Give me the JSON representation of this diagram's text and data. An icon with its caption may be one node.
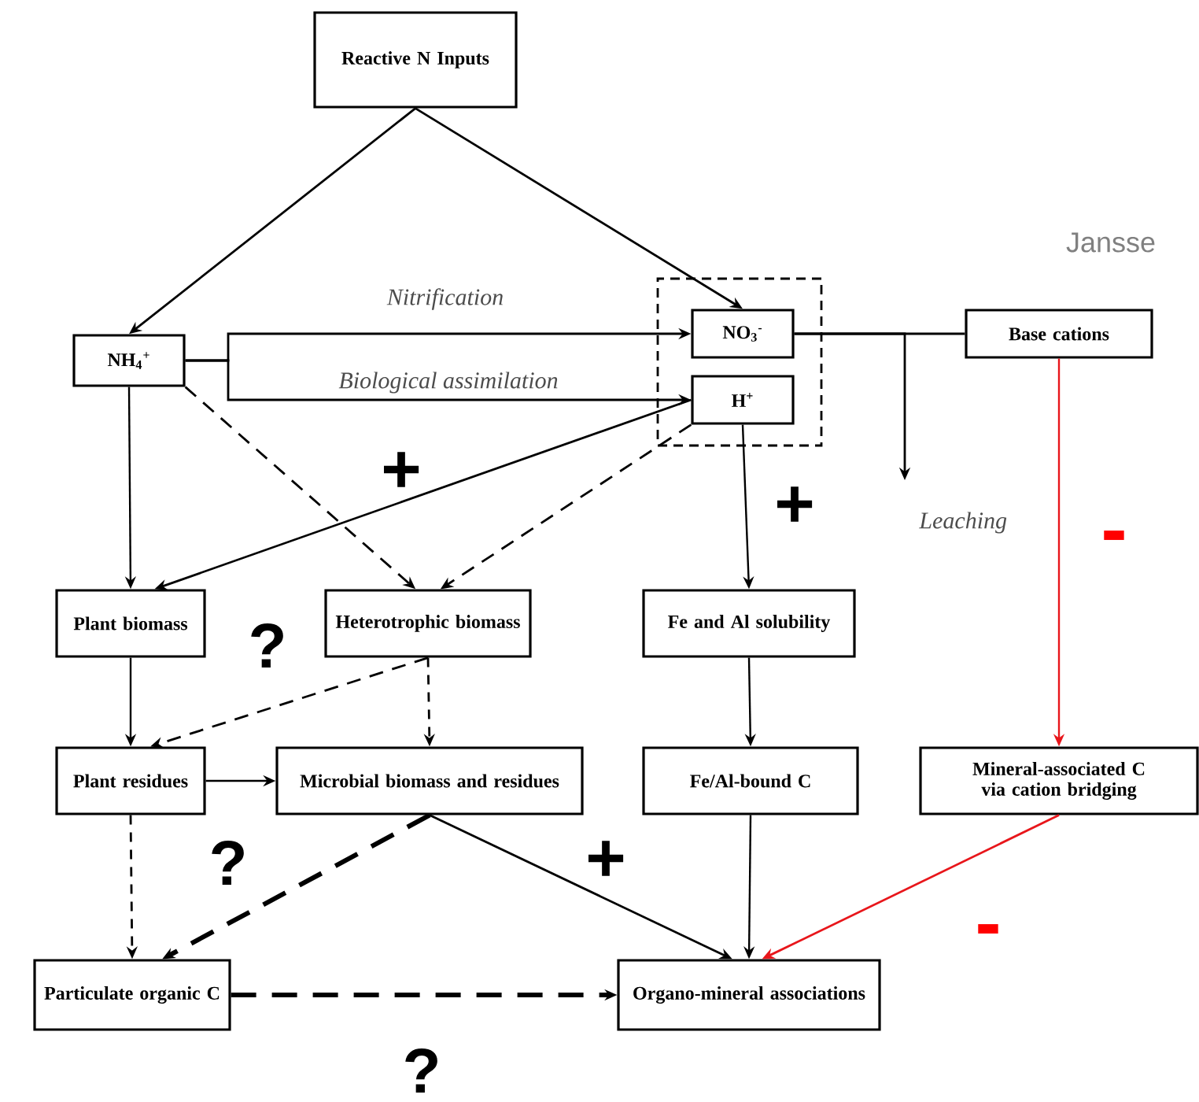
{
  "diagram": {
    "nodes": [
      {
        "text": [
          "Reactive N Inputs"
        ]
      },
      {
        "text": [],
        "shape": "box"
      },
      {
        "text": [
          "NH$_{4}$$^{+}$"
        ]
      },
      {
        "text": [
          "NO$_{3}$$^{-}$"
        ],
        "in": 1
      },
      {
        "text": [
          "H$^{+}$"
        ],
        "in": 1
      },
      {
        "text": [
          "Base cations"
        ]
      },
      {
        "text": [
          "Plant biomass"
        ]
      },
      {
        "text": [
          "Heterotrophic biomass"
        ]
      },
      {
        "text": [
          "Fe and Al solubility"
        ]
      },
      {
        "text": [
          "Plant residues"
        ]
      },
      {
        "text": [
          "Microbial biomass and residues"
        ]
      },
      {
        "text": [
          "Fe/Al-bound C"
        ]
      },
      {
        "text": [
          "Mineral-associated C via cation bridging"
        ]
      },
      {
        "text": [
          "Particulate organic C"
        ]
      },
      {
        "text": [
          "Organo-mineral associations"
        ]
      }
    ],
    "edges": [
      {
        "from": 0,
        "to": 2,
        "arrow": "to"
      },
      {
        "from": 0,
        "to": 3,
        "arrow": "to"
      },
      {
        "from": 2,
        "to": 3,
        "arrow": "to",
        "label": "Nitrification"
      },
      {
        "from": 2,
        "to": 4,
        "arrow": "to",
        "label": "Biological assimilation"
      },
      {
        "from": 3,
        "to": 5,
        "arrow": "none"
      },
      {
        "from": 3,
        "to": null,
        "arrow": "to",
        "label": "Leaching"
      },
      {
        "from": 4,
        "to": 6,
        "arrow": "to"
      },
      {
        "from": 2,
        "to": 6,
        "arrow": "to"
      },
      {
        "from": 2,
        "to": 7,
        "arrow": "to",
        "style": "dashed"
      },
      {
        "from": 4,
        "to": 7,
        "arrow": "to",
        "style": "dashed"
      },
      {
        "from": 4,
        "to": 8,
        "arrow": "to"
      },
      {
        "from": 5,
        "to": 12,
        "arrow": "to",
        "color": "#e8161b"
      },
      {
        "from": 6,
        "to": 9,
        "arrow": "to"
      },
      {
        "from": 7,
        "to": 9,
        "arrow": "to",
        "style": "dashed"
      },
      {
        "from": 7,
        "to": 10,
        "arrow": "to",
        "style": "dashed"
      },
      {
        "from": 9,
        "to": 10,
        "arrow": "to"
      },
      {
        "from": 9,
        "to": 13,
        "arrow": "to",
        "style": "dashed"
      },
      {
        "from": 10,
        "to": 13,
        "arrow": "to",
        "style": "dashed"
      },
      {
        "from": 10,
        "to": 14,
        "arrow": "to"
      },
      {
        "from": 11,
        "to": 14,
        "arrow": "to"
      },
      {
        "from": 8,
        "to": 11,
        "arrow": "to"
      },
      {
        "from": 12,
        "to": 14,
        "arrow": "to",
        "color": "#e8161b"
      },
      {
        "from": 13,
        "to": 14,
        "arrow": "to",
        "style": "dashed"
      }
    ],
    "labels": [
      "Jansse",
      "+",
      "+",
      "-",
      "?",
      "?",
      "+",
      "-",
      "?"
    ]
  }
}
